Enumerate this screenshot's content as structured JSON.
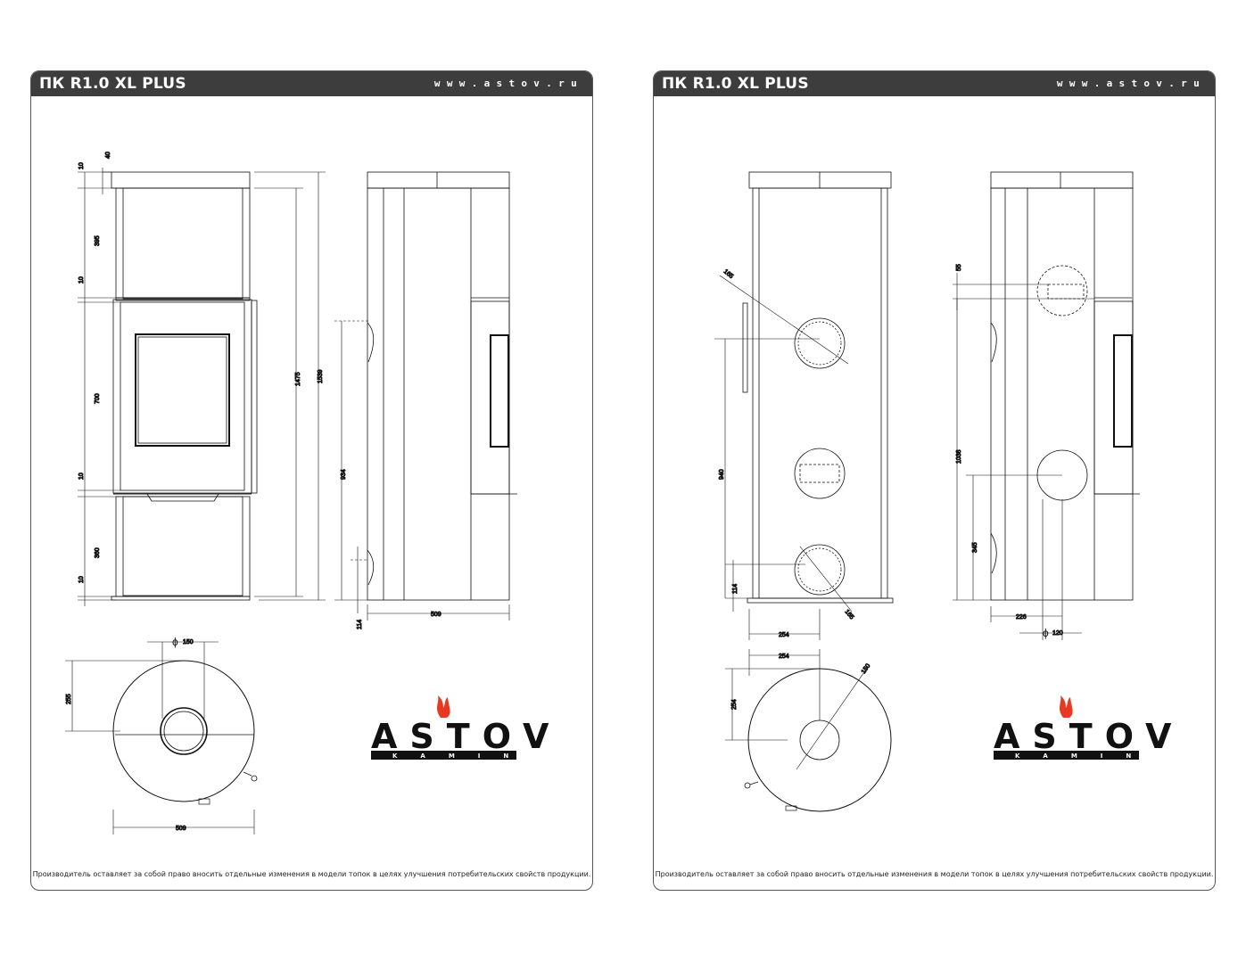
{
  "pages": [
    {
      "title": "ПК R1.0 XL PLUS",
      "url": "www.astov.ru",
      "dims": {
        "d40": "40",
        "d10a": "10",
        "d395": "395",
        "d10b": "10",
        "d700": "700",
        "d10c": "10",
        "d360": "360",
        "d10d": "10",
        "d1475": "1475",
        "d1539": "1539",
        "d934": "934",
        "d114": "114",
        "d509": "509",
        "d150": "150",
        "d255": "255",
        "d509b": "509"
      },
      "logo": {
        "name": "ASTOV",
        "sub": "KAMIN"
      },
      "footnote": "Производитель оставляет за собой право вносить отдельные изменения в модели топок в целях улучшения потребительских свойств продукции."
    },
    {
      "title": "ПК R1.0 XL PLUS",
      "url": "www.astov.ru",
      "dims": {
        "d165a": "165",
        "d940": "940",
        "d114": "114",
        "d165b": "165",
        "d254a": "254",
        "d254b": "254",
        "d254c": "254",
        "d150": "150",
        "d55": "55",
        "d1038": "1038",
        "d345": "345",
        "d226": "226",
        "d120": "120"
      },
      "logo": {
        "name": "ASTOV",
        "sub": "KAMIN"
      },
      "footnote": "Производитель оставляет за собой право вносить отдельные изменения в модели топок в целях улучшения потребительских свойств продукции."
    }
  ],
  "colors": {
    "header": "#3d3d3d",
    "flame": "#e53922",
    "line": "#111111"
  },
  "icons": [
    "diameter-icon",
    "flame-icon"
  ]
}
